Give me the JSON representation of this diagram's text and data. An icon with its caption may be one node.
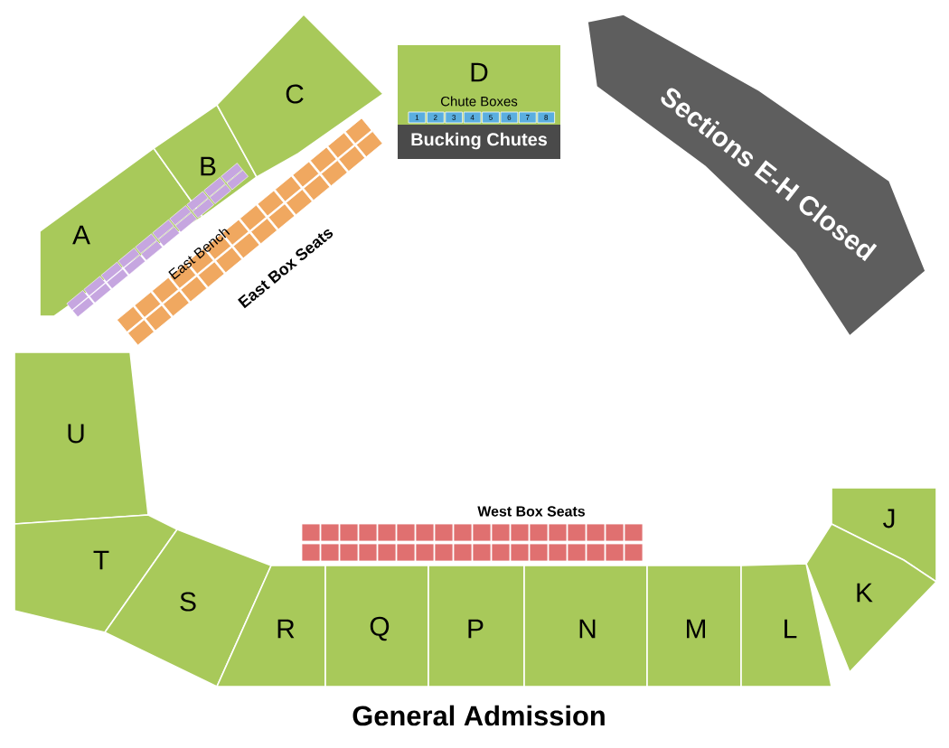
{
  "diagram": {
    "nodes": [
      {
        "text": [
          "A"
        ]
      },
      {
        "text": [
          "B"
        ]
      },
      {
        "text": [
          "C"
        ]
      },
      {
        "text": [
          "D"
        ]
      },
      {
        "text": [
          "1"
        ],
        "in": 3
      },
      {
        "text": [
          "2"
        ],
        "in": 3
      },
      {
        "text": [
          "3"
        ],
        "in": 3
      },
      {
        "text": [
          "4"
        ],
        "in": 3
      },
      {
        "text": [
          "5"
        ],
        "in": 3
      },
      {
        "text": [
          "6"
        ],
        "in": 3
      },
      {
        "text": [
          "7"
        ],
        "in": 3
      },
      {
        "text": [
          "8"
        ],
        "in": 3
      },
      {
        "text": [
          "Bucking Chutes"
        ]
      },
      {
        "text": [
          "Sections E-H Closed"
        ]
      },
      {
        "text": [
          "U"
        ]
      },
      {
        "text": [
          "J"
        ]
      },
      {
        "text": [
          "T"
        ]
      },
      {
        "text": [
          "K"
        ]
      },
      {
        "text": [
          "S"
        ]
      },
      {
        "text": [
          "R"
        ]
      },
      {
        "text": [
          "Q"
        ]
      },
      {
        "text": [
          "P"
        ]
      },
      {
        "text": [
          "N"
        ]
      },
      {
        "text": [
          "M"
        ]
      },
      {
        "text": [
          "L"
        ]
      }
    ],
    "labels": [
      "Chute Boxes",
      "East Bench",
      "East Box Seats",
      "West Box Seats",
      "General Admission"
    ]
  }
}
